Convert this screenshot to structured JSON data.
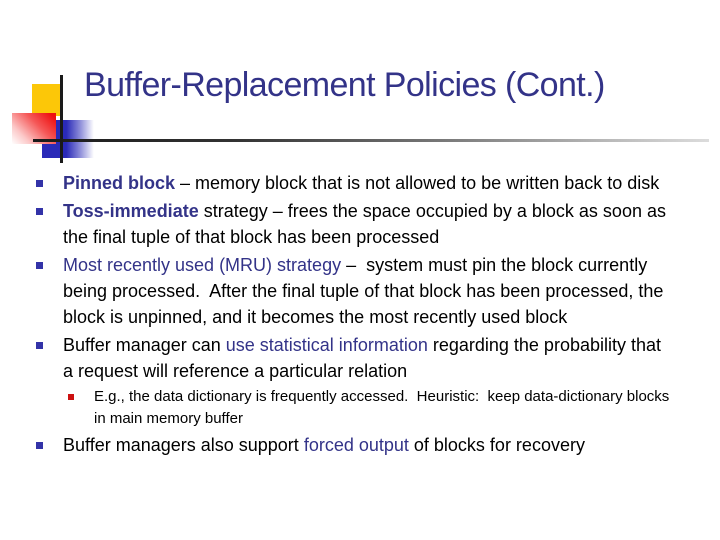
{
  "slide": {
    "title": "Buffer-Replacement Policies (Cont.)",
    "colors": {
      "title_navy": "#333388",
      "keyword_navy": "#333388",
      "body_text": "#000000",
      "bullet_blue": "#3333a8",
      "bullet_red": "#cc1111",
      "deco_yellow": "#fcc708",
      "deco_red": "#ee1010",
      "deco_blue": "#2a2ab8",
      "rule_dark": "#1a1a1a",
      "rule_light": "#dcdcdc"
    },
    "icons": {
      "level1_bullet": "blue-square-bullet-icon",
      "level2_bullet": "red-square-bullet-icon"
    },
    "bullets": [
      {
        "level": 1,
        "segments": [
          {
            "text": "Pinned block",
            "style": "keyword-bold-navy"
          },
          {
            "text": " – memory block that is not allowed to be written back to disk",
            "style": "plain"
          }
        ]
      },
      {
        "level": 1,
        "segments": [
          {
            "text": "Toss-immediate",
            "style": "keyword-bold-navy"
          },
          {
            "text": " strategy – frees the space occupied by a block as soon as the final tuple of that block has been processed",
            "style": "plain"
          }
        ]
      },
      {
        "level": 1,
        "segments": [
          {
            "text": "Most recently used (MRU) strategy",
            "style": "navy"
          },
          {
            "text": " –  system must pin the block currently being processed.  After the final tuple of that block has been processed, the block is unpinned, and it becomes the most recently used block",
            "style": "plain"
          }
        ]
      },
      {
        "level": 1,
        "segments": [
          {
            "text": "Buffer manager can ",
            "style": "plain"
          },
          {
            "text": "use statistical information",
            "style": "navy"
          },
          {
            "text": " regarding the probability that a request will reference a particular relation",
            "style": "plain"
          }
        ]
      },
      {
        "level": 2,
        "segments": [
          {
            "text": "E.g., the data dictionary is frequently accessed.  Heuristic:  keep data-dictionary blocks in main memory buffer",
            "style": "plain"
          }
        ]
      },
      {
        "level": 1,
        "segments": [
          {
            "text": "Buffer managers also support ",
            "style": "plain"
          },
          {
            "text": "forced output",
            "style": "navy"
          },
          {
            "text": " of blocks for recovery",
            "style": "plain"
          }
        ]
      }
    ]
  }
}
